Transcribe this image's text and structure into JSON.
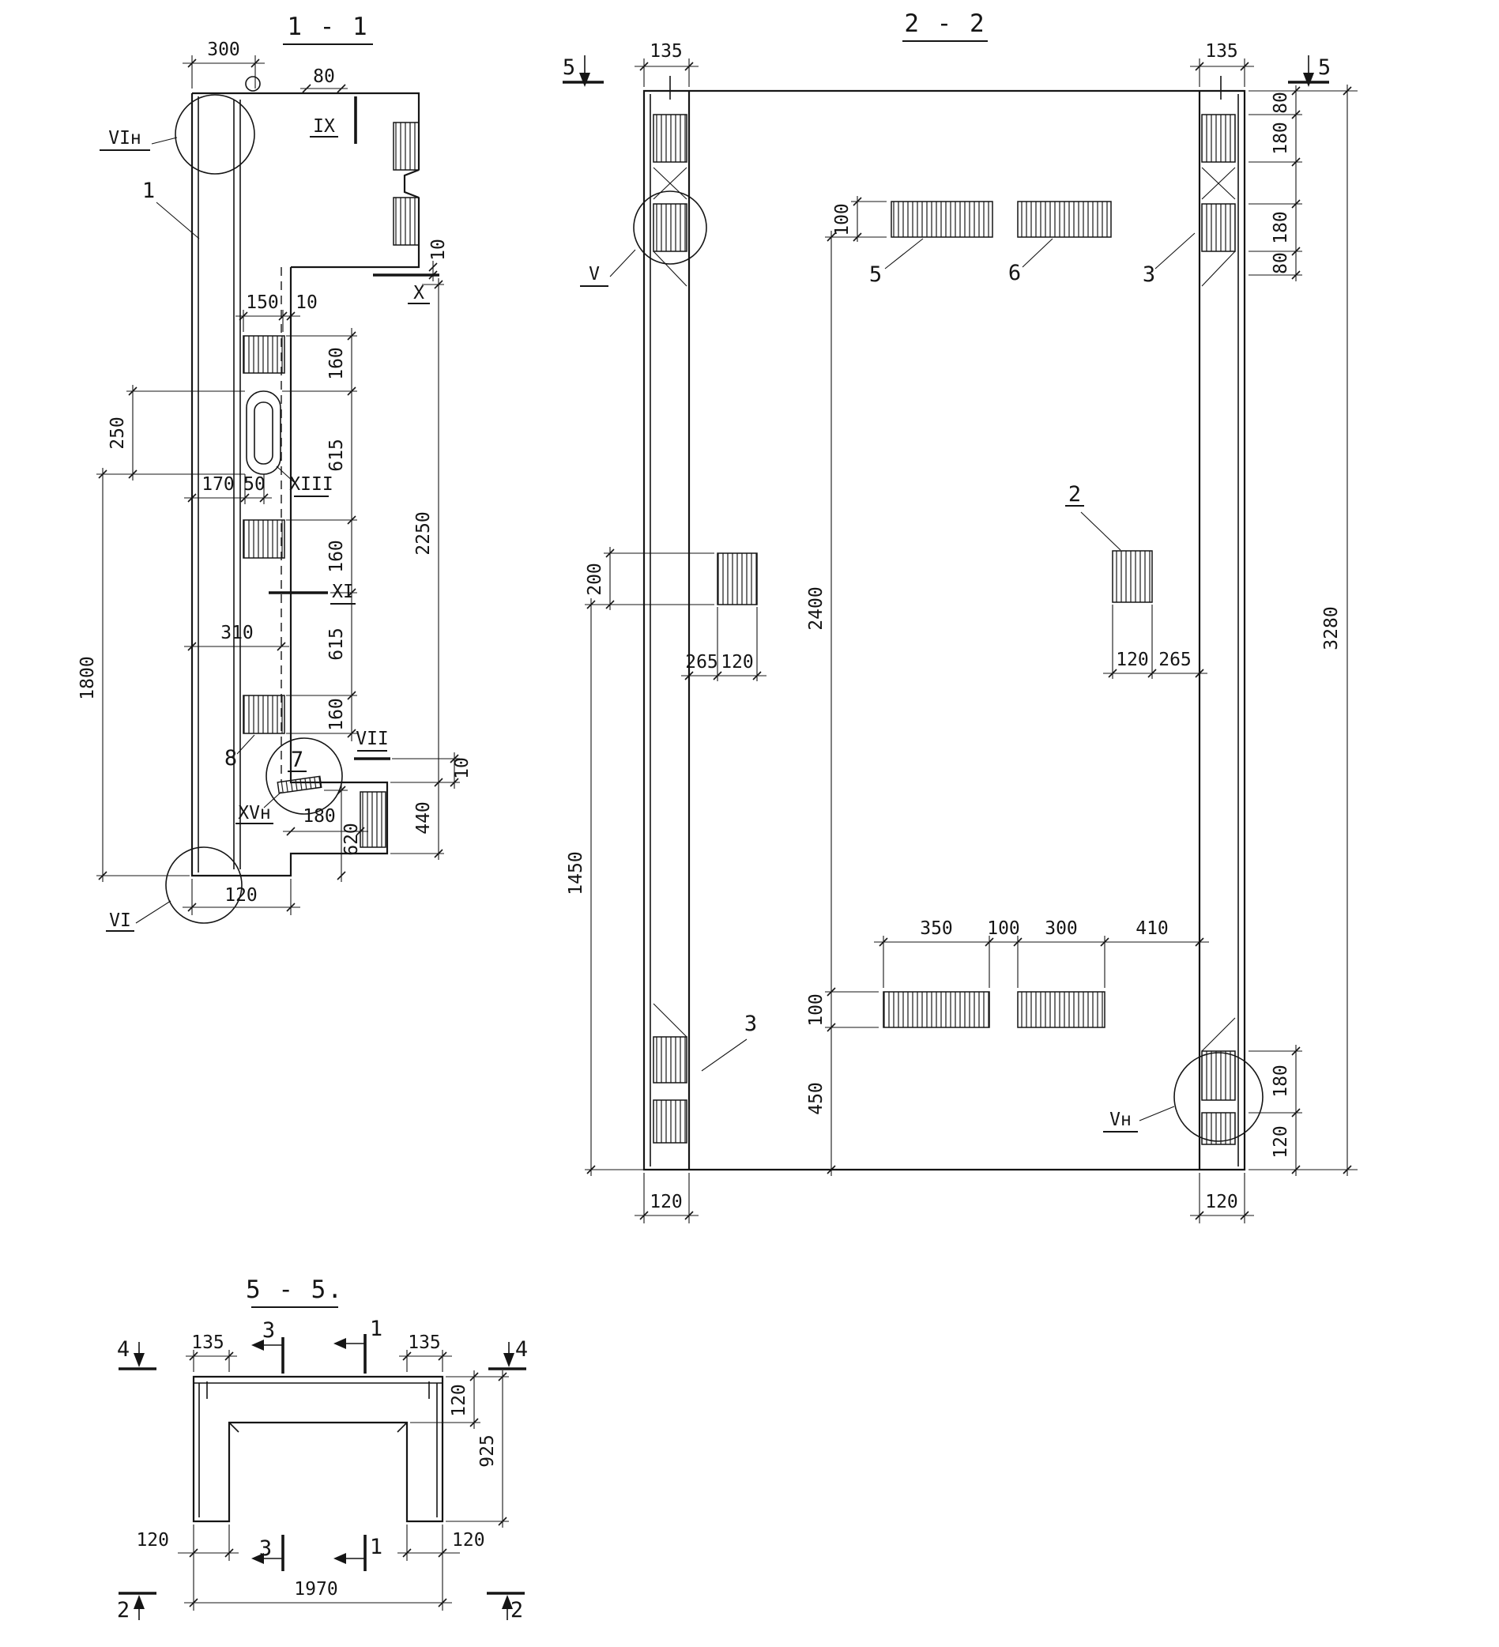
{
  "s1": {
    "title": "1 - 1",
    "dim300": "300",
    "dim80": "80",
    "lblIX": "IX",
    "lblVIn": "VIн",
    "pos1": "1",
    "dim10top": "10",
    "lblX": "X",
    "dim150": "150",
    "dim10mid": "10",
    "dim160a": "160",
    "dim615a": "615",
    "dim160b": "160",
    "dim615b": "615",
    "dim160c": "160",
    "dim2250": "2250",
    "dim440": "440",
    "dim10low": "10",
    "dim250": "250",
    "dim170": "170",
    "dim50": "50",
    "lblXIII": "XIII",
    "lblXI": "XI",
    "dim310": "310",
    "dim1800": "1800",
    "pos8": "8",
    "pos7": "7",
    "lblVII": "VII",
    "lblXVn": "XVн",
    "dim620": "620",
    "dim180": "180",
    "lblVI": "VI",
    "dim120": "120"
  },
  "s2": {
    "title": "2 - 2",
    "dim135l": "135",
    "dim135r": "135",
    "mark5l": "5",
    "mark5r": "5",
    "dim80a": "80",
    "dim180a": "180",
    "dim180b": "180",
    "dim80b": "80",
    "dim3280": "3280",
    "dim100top": "100",
    "pos5": "5",
    "pos6": "6",
    "pos3top": "3",
    "lblV": "V",
    "dim200": "200",
    "dim2400": "2400",
    "dim265l": "265",
    "dim120l": "120",
    "pos2": "2",
    "dim120r": "120",
    "dim265r": "265",
    "dim1450": "1450",
    "dim350": "350",
    "dim100chain": "100",
    "dim300": "300",
    "dim410": "410",
    "dim100side": "100",
    "dim450": "450",
    "pos3bot": "3",
    "lblVn": "Vн",
    "dim180r": "180",
    "dim120rb": "120",
    "dim120bl": "120",
    "dim120br": "120"
  },
  "s5": {
    "title": "5 - 5.",
    "mark4l": "4",
    "mark4r": "4",
    "dim135l": "135",
    "dim135r": "135",
    "mark3t": "3",
    "mark1t": "1",
    "dim120slab": "120",
    "dim925": "925",
    "dim120l": "120",
    "dim120r": "120",
    "mark3b": "3",
    "mark1b": "1",
    "dim1970": "1970",
    "mark2l": "2",
    "mark2r": "2"
  }
}
